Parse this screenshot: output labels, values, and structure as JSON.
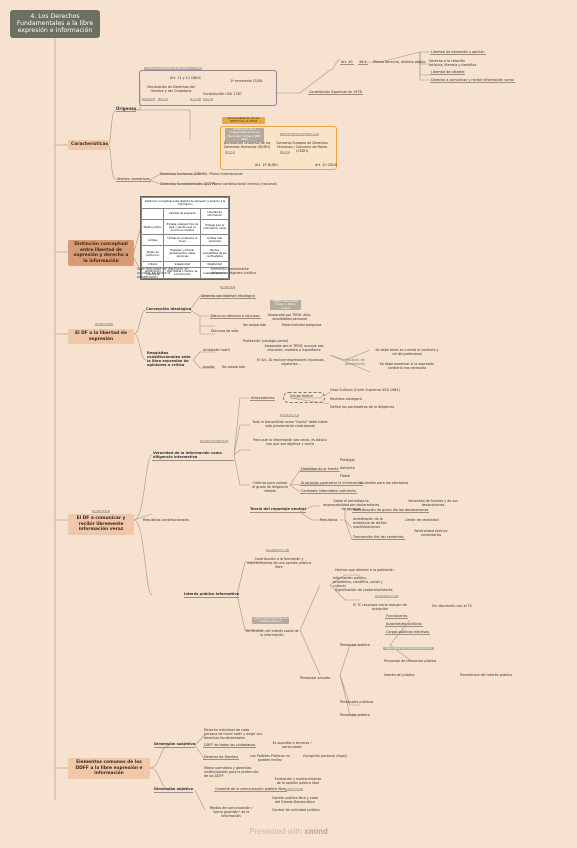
{
  "root": {
    "title": "4. Los Derechos Fundamentales a la libre expresión e información"
  },
  "footer": {
    "prefix": "Presented with ",
    "brand": "xmind"
  },
  "colors": {
    "background": "#f7e1cf",
    "root": "#6d6f63",
    "main": "#f0c7a8",
    "highlight": "#f0a63a"
  },
  "sections": {
    "caracteristicas": "Características",
    "distincion": "Distinción conceptual entre libertad de expresión y derecho a la información",
    "df_libertad": "El DF a la libertad de expresión",
    "df_comunicar": "El DF a comunicar y recibir libremente información veraz",
    "elementos": "Elementos comunes de los DDFF a la libre expresión e información"
  },
  "origenes": {
    "label": "Orígenes",
    "ddhh_label": "1ª Reconocimiento de Derechos s. XVIII",
    "art11": "Art. 11 y 11 DDHC",
    "primera_enmienda": "1ª enmienda CUSA",
    "declaracion": "Declaración de Derechos del Hombre y del Ciudadano",
    "constitucion_usa": "Constitución USA 1787",
    "francia": "Francia",
    "ano1789": "1789",
    "eeuu": "EEUU",
    "ano1791": "1791",
    "univ_label": "Universalización de los DDHH tras la 2ªGM",
    "proteccion": "Protección de la Independencia de las Naciones Unidas (1948, ONU)",
    "consejo": "Consejo de Europa (1950)",
    "decl_univ": "Declaración Universal de los Derechos Humanos (DUDH)",
    "convenio": "Convenio Europeo de Derechos Humanos / Convenio de Roma (CEDH)",
    "ano1948": "1948",
    "ano1950": "1950",
    "art19": "Art. 19 DUDH",
    "art10": "Art. 10 CEDH",
    "art20": "Art. 20",
    "art20_1": "20.1",
    "ce1978": "Constitución Española de 1978",
    "libre_derecho": "Mismo derecho, distinto objeto",
    "r1": "Libertad de expresión y opinión",
    "r2": "Derecho a la creación artística, literaria y científica",
    "r3": "Libertad de cátedra",
    "r4": "Derecho a comunicar y recibir información veraz"
  },
  "niveles": {
    "label": "Niveles normativos",
    "dh": "Derechos humanos (DDHH)",
    "dh_plano": "Plano internacional",
    "df": "Derechos fundamentales (DDFF)",
    "df_plano": "Plano constitucional interno (nacional)"
  },
  "tabla": {
    "title": "Distinción conceptual entre libertad de expresión y derecho a la información",
    "h1": "Libertad de expresión",
    "h2": "Libertad de información",
    "row_lab1": "Objeto jurídico",
    "row_lab2": "Objeto de protección",
    "row_lab3": "Límites",
    "row_lab4": "Criterio",
    "row_lab5": "Legitimación cualificada",
    "c1": "Protege cualquier tipo de idea u opinión que no incurra en insultos",
    "c2": "Protege solo la información veraz",
    "c3": "Límites en el derecho al honor",
    "c4": "Límites más reducidos",
    "c5": "Expresar y difundir pensamientos, ideas, opiniones",
    "c6": "Hechos susceptibles de ser contrastados",
    "c7": "Subjetividad",
    "c8": "Objetividad",
    "c9": "Periodistas y medios de comunicación",
    "c10": "Cualquier persona"
  },
  "distincion_nota": "Gran dificultad de distinción en un caso, se aplica la ponderación",
  "distincion_nota2": "elemento preeminente determina régimen jurídico",
  "libertad": {
    "c20_1a": "Art. 20.1",
    "conc_label": "Concepción ideológica",
    "conc_a": "Derecho con libertad ideológica",
    "conc_b": "Discurso ofensivo o injurioso",
    "conc_c": "STEDH Handyside (Vogel v. Reino Unido)",
    "conc_d": "Amparado por TEDH ultra-sensibilidad personal",
    "conc_e": "Discurso de odio",
    "conc_f": "No amparado",
    "conc_g": "Potencialidad peligrosa",
    "conc_h": "Protección (vestigio penal)",
    "req_label": "Requisitos constitucionales ante la libre expresión de opiniones o crítica",
    "req_a": "Ambiente hostil",
    "req_b": "Amparada por el TEDH, aunque sea chocante, molesta o inquietante",
    "req_c": "Insulto",
    "req_d": "No amparado",
    "req_e": "El Art. 20 excluye expresiones injuriosas, vejatorias...",
    "req_note": "Decisión de ponderación",
    "req_r1": "Se debe tener en cuenta el contexto y rol del profesional",
    "req_r2": "Se debe examinar si la expresión contraria era necesaria",
    "tag": "Art. 20.1.a"
  },
  "comunicar": {
    "tag": "Art. 20.1.d",
    "sujetos": "Requisitos constitucionales",
    "ver_label": "Veracidad de la información como diligencia informativa",
    "ver_tag": "Información veraz",
    "ver_a": "Antecedentes",
    "ver_b": "Todo lo transmitido como \"hecho\" debe haber sido previamente contrastado",
    "ver_c": "Caso Sullivan (Corte Suprema USA 1964)",
    "ver_d": "Actual malice",
    "ver_e": "Reckless disregard",
    "ver_f": "Define los parámetros de la diligencia",
    "ver_g": "STC 6/1988",
    "ver_h": "Para que la información sea veraz, es básico con que sea objetiva y cierta",
    "ver_i": "Criterios para valorar el grado de diligencia debida",
    "ver_j": "Fiabilidad de la fuente",
    "ver_k": "Si se pudo contrastar la información",
    "ver_l": "Contraste informativo suficiente",
    "ver_m": "Prestigio",
    "ver_n": "Solvente",
    "ver_o": "Fiable",
    "ver_p": "Accesible para los afectados",
    "rep_label": "Teoría del reportaje neutral",
    "rep_a": "Sobre el periodista la responsabilidad por declaraciones de terceros",
    "rep_b": "Requisitos",
    "rep_c": "Identificación de quien dio las declaraciones",
    "rep_d": "Acreditación de la existencia de dichas manifestaciones",
    "rep_e": "Transmisión fiel del contenido",
    "rep_f": "Límite de veracidad",
    "rep_g": "Neutralidad excluye comentarios",
    "rep_h": "Veracidad de fuentes y de sus declaraciones",
    "int_label": "Interés público informativo",
    "int_tag": "STC 171/1990",
    "int_a": "Contribución a la formación y mantenimiento de una opinión pública libre",
    "int_b": "¿Qué información es de interés público?",
    "int_c": "Verificación del interés social de la información",
    "int_d": "Hechos que afectan a la población",
    "int_e": "Información política, económica, científica, social y cultural",
    "int_f": "Aptitud de la información",
    "int_g": "Significación de contenido/interés",
    "int_h": "STC 171/1990",
    "int_i": "El TC reconoce cierto margen de actuación",
    "int_j": "Sin discreción con el TC",
    "int_k": "Personaje público",
    "int_l": "Personajes públicos",
    "int_m": "Funcionarios",
    "int_n": "Autoridades políticas",
    "int_o": "Cargos públicos electivos",
    "int_p": "Personajes de notoriedad pública",
    "int_q": "Interés del público",
    "int_r": "Personaje privado",
    "int_s": "Personaje de relevancia pública",
    "int_t": "Prevalencia del interés público"
  },
  "elementos": {
    "d_sub": "Dimensión subjetiva",
    "d_obj": "Dimensión objetiva",
    "s1": "Derecho individual de cada persona de hacer valer y exigir sus derechos fundamentales",
    "s2": "DDFF de todos los ciudadanos",
    "s3": "Derecho de libertad",
    "s4": "Marco normativo y garantías institucionales para la protección de los DDFF",
    "s5": "Es oponible a terceros / particulares",
    "s6": "Los Poderes Públicos no pueden limitar",
    "s7": "Excepción personal (legal)",
    "o1": "Garantía de la comunicación pública libre",
    "o2": "Formación y mantenimiento de la opinión pública libre",
    "o3": "Pluralismo",
    "o4": "Opinión pública libre y valor del Estado Democrático",
    "o5": "Medios de comunicación / \"perro guardián\" de la información",
    "o6": "Control de actividad pública"
  }
}
